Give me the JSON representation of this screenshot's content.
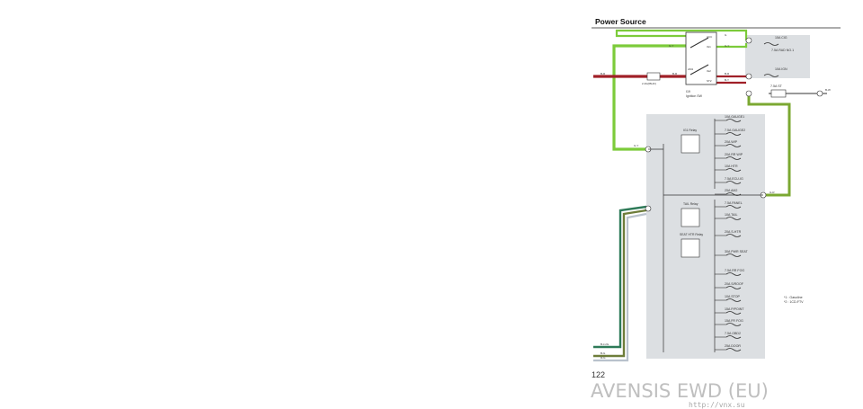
{
  "header": {
    "title": "Power Source",
    "page_number": "122"
  },
  "ignition": {
    "label": "I19",
    "name": "Ignition SW",
    "terminals": [
      "ACC",
      "IG1",
      "AM1",
      "IG2",
      "ST2"
    ],
    "fuse_link": "2.4G(IBHO)"
  },
  "top_fuses": [
    "15A CIG",
    "7.5A RAD NO.1",
    "10A IGN",
    "7.5A ST"
  ],
  "relays": [
    "IG1 Relay",
    "TAIL Relay",
    "SEAT HTR Relay"
  ],
  "fuses": [
    "10A GAUGE1",
    "7.5A GAUGE2",
    "20A WIP",
    "20A RR WIP",
    "10A HTR",
    "7.5A ECU-IG",
    "25A AM2",
    "7.5A PANEL",
    "10A TAIL",
    "20A S-HTR",
    "30A PWR SEAT",
    "7.5A RR FOG",
    "20A S/ROOF",
    "10A STOP",
    "15A P/POINT",
    "15A FR FOG",
    "7.5A OBD2",
    "25A DOOR"
  ],
  "wire_labels": {
    "acc_out": "G",
    "ig1_out": "G-Y",
    "am1_in": "B-R",
    "ig2_out": "B-R",
    "st2_out": "B-Y",
    "main_in": "B-R",
    "g_y_jb": "G-Y",
    "am2_out": "G-R",
    "st_out": "B-W",
    "bottom1": "B-LUG",
    "bottom2": "B-G",
    "bottom3": "R-G"
  },
  "notes": [
    "*1 : Gasoline",
    "*2 : 1CD-FTV"
  ],
  "watermark": {
    "main": "AVENSIS EWD (EU)",
    "url": "http://vnx.su"
  },
  "colors": {
    "green_wire": "#7ccb3a",
    "red_wire": "#a02028",
    "dark_green_wire": "#2e7a58",
    "panel": "#dcdfe2"
  }
}
